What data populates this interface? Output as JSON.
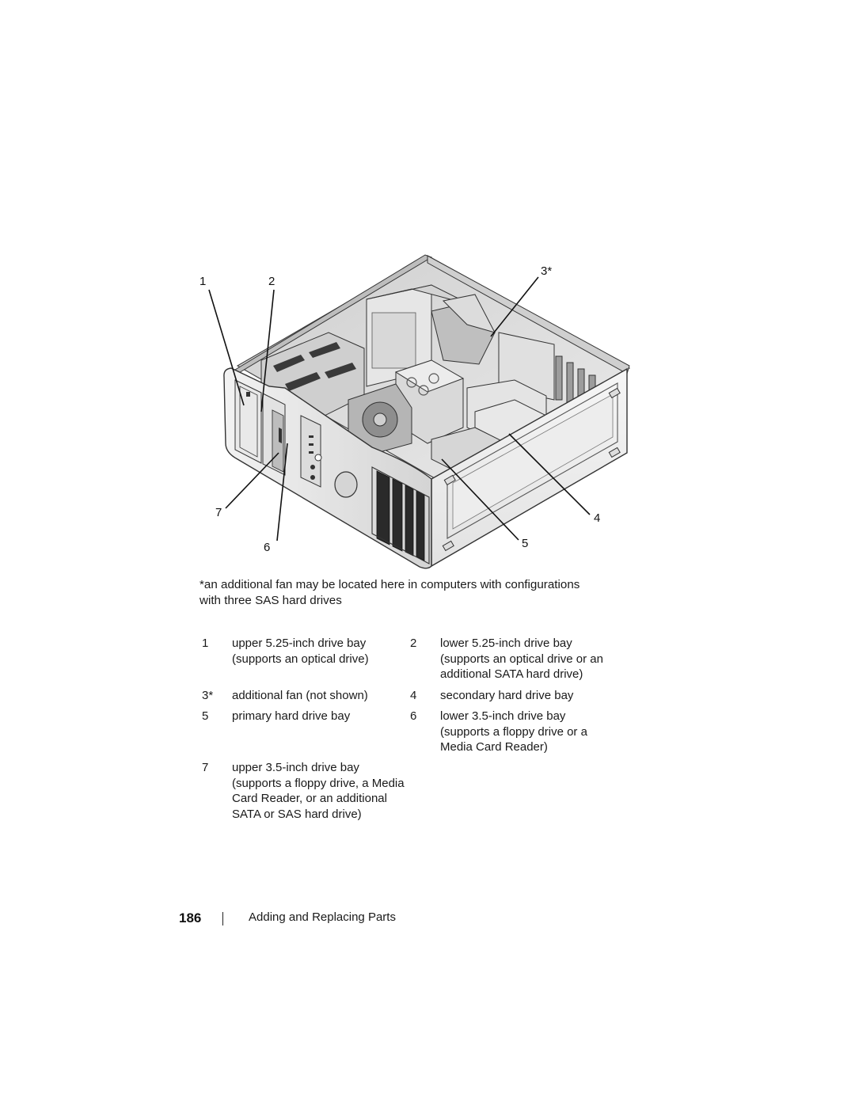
{
  "figure": {
    "callouts": [
      "1",
      "2",
      "3*",
      "4",
      "5",
      "6",
      "7"
    ]
  },
  "footnote": "*an additional fan may be located here in computers with configurations with three SAS hard drives",
  "legend": [
    {
      "num": "1",
      "text": "upper 5.25-inch drive bay\n(supports an optical drive)"
    },
    {
      "num": "2",
      "text": "lower 5.25-inch drive bay\n(supports an optical drive or an\nadditional SATA hard drive)"
    },
    {
      "num": "3*",
      "text": "additional fan (not shown)"
    },
    {
      "num": "4",
      "text": "secondary hard drive bay"
    },
    {
      "num": "5",
      "text": "primary hard drive bay"
    },
    {
      "num": "6",
      "text": "lower 3.5-inch drive bay\n(supports a floppy drive or a\nMedia Card Reader)"
    },
    {
      "num": "7",
      "text": "upper 3.5-inch drive bay\n(supports a floppy drive, a Media\nCard Reader, or an additional\nSATA or SAS hard drive)"
    }
  ],
  "footer": {
    "page_number": "186",
    "section_title": "Adding and Replacing Parts"
  }
}
